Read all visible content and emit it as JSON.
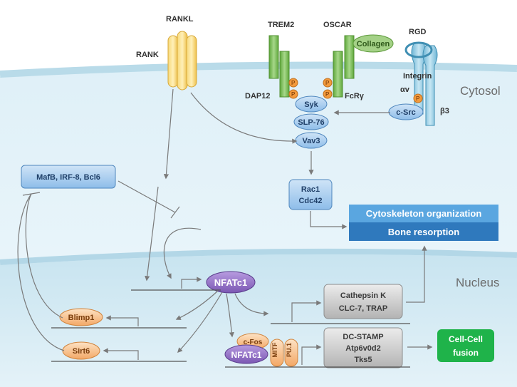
{
  "compartments": {
    "cytosol": "Cytosol",
    "nucleus": "Nucleus"
  },
  "receptors": {
    "rankl": "RANKL",
    "rank": "RANK",
    "trem2": "TREM2",
    "oscar": "OSCAR",
    "collagen": "Collagen",
    "rgd": "RGD",
    "integrin": "Integrin",
    "alpha_v": "αv",
    "beta3": "β3",
    "dap12": "DAP12",
    "fcr": "FcRγ",
    "phospho": "P"
  },
  "signaling": {
    "syk": "Syk",
    "slp76": "SLP-76",
    "vav3": "Vav3",
    "csrc": "c-Src",
    "rac1": "Rac1",
    "cdc42": "Cdc42",
    "repressors": "MafB, IRF-8, Bcl6"
  },
  "outputs": {
    "cytoskeleton": "Cytoskeleton organization",
    "bone_resorption": "Bone resorption",
    "cell_fusion": "Cell-Cell fusion"
  },
  "nuclear": {
    "nfatc1": "NFATc1",
    "blimp1": "Blimp1",
    "sirt6": "Sirt6",
    "cathepsin_k": "Cathepsin K",
    "clc7_trap": "CLC-7, TRAP",
    "cfos": "c-Fos",
    "nfatc1_complex": "NFATc1",
    "mitf": "MITF",
    "pu1": "PU.1",
    "dc_stamp": "DC-STAMP",
    "atp6v0d2": "Atp6v0d2",
    "tks5": "Tks5"
  },
  "colors": {
    "membrane": "#cfe8f2",
    "cytosol": "#e6f3f9",
    "nucleus": "#d3eaf3",
    "blue_node": "#a8cdee",
    "orange_node": "#f7c08c",
    "purple_node": "#9b7bc8",
    "green_output": "#1fb34a",
    "blue_output": "#3d8fd4",
    "receptor_green": "#7bbf55",
    "receptor_yellow": "#f5cf5a",
    "phospho": "#f39a3c",
    "gray_box": "#c9c9c9"
  }
}
